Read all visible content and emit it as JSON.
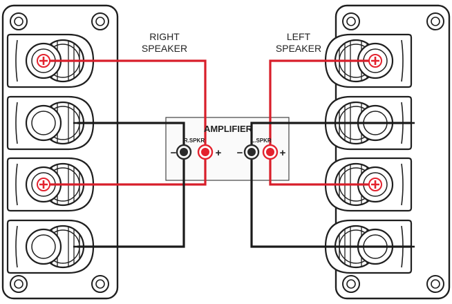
{
  "labels": {
    "right_speaker": [
      "RIGHT",
      "SPEAKER"
    ],
    "left_speaker": [
      "LEFT",
      "SPEAKER"
    ],
    "amplifier": "AMPLIFIER",
    "right_channel": "R.SPKR",
    "left_channel": "L.SPKR",
    "minus": "−",
    "plus": "+"
  },
  "colors": {
    "positive_wire": "#d81e2a",
    "negative_wire": "#1a1a1a",
    "positive_terminal": "#e4222e",
    "negative_terminal": "#2b2b2b",
    "panel_stroke": "#1f1f1f",
    "amp_fill": "#fafafa"
  },
  "icons": {
    "positive_post": "plus-terminal-icon",
    "negative_post": "minus-terminal-icon",
    "screw": "screw-icon"
  }
}
